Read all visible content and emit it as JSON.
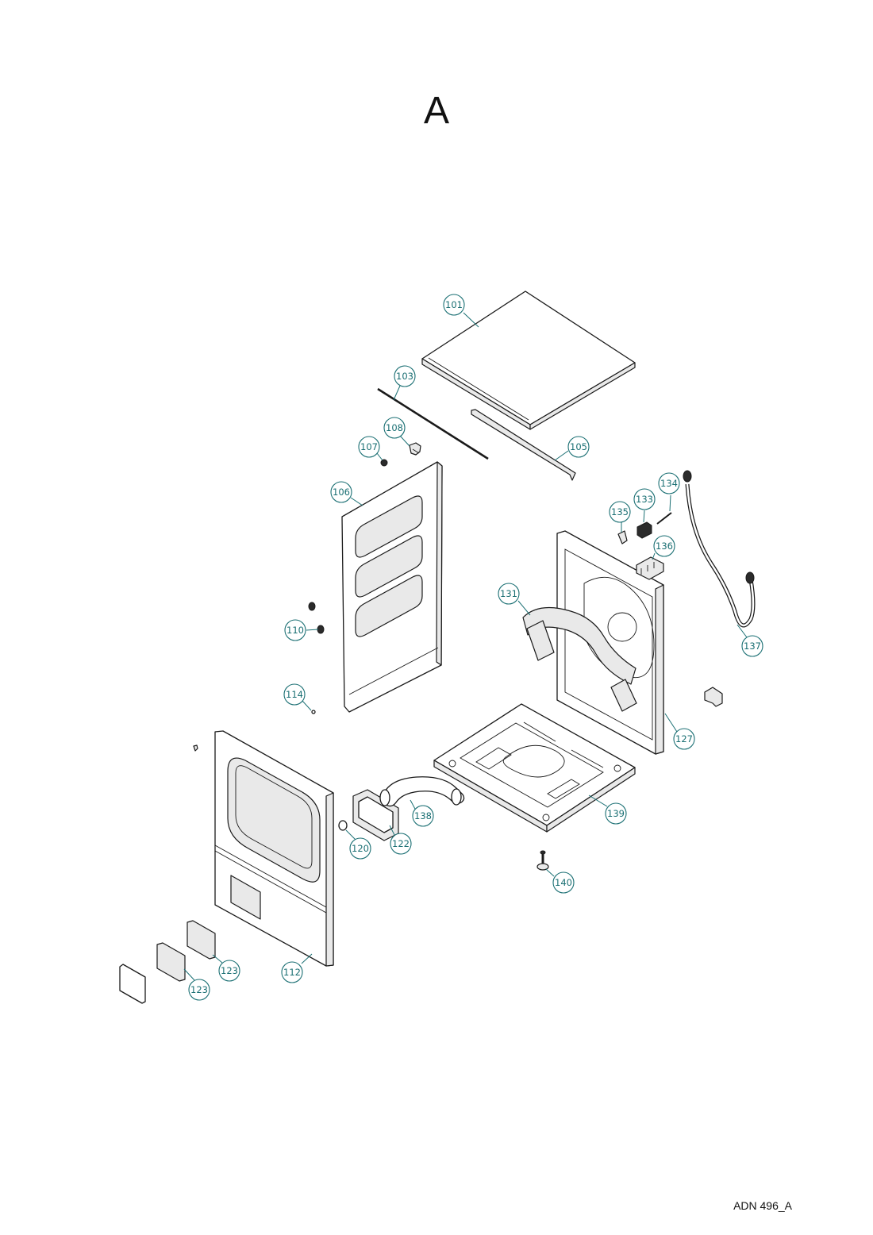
{
  "page": {
    "title": "A",
    "doc_code": "ADN 496_A"
  },
  "callouts": [
    {
      "id": "c101",
      "label": "101"
    },
    {
      "id": "c103",
      "label": "103"
    },
    {
      "id": "c105",
      "label": "105"
    },
    {
      "id": "c106",
      "label": "106"
    },
    {
      "id": "c107",
      "label": "107"
    },
    {
      "id": "c108",
      "label": "108"
    },
    {
      "id": "c110",
      "label": "110"
    },
    {
      "id": "c112",
      "label": "112"
    },
    {
      "id": "c114",
      "label": "114"
    },
    {
      "id": "c120",
      "label": "120"
    },
    {
      "id": "c122",
      "label": "122"
    },
    {
      "id": "c123a",
      "label": "123"
    },
    {
      "id": "c123b",
      "label": "123"
    },
    {
      "id": "c127",
      "label": "127"
    },
    {
      "id": "c131",
      "label": "131"
    },
    {
      "id": "c133",
      "label": "133"
    },
    {
      "id": "c134",
      "label": "134"
    },
    {
      "id": "c135",
      "label": "135"
    },
    {
      "id": "c136",
      "label": "136"
    },
    {
      "id": "c137",
      "label": "137"
    },
    {
      "id": "c138",
      "label": "138"
    },
    {
      "id": "c139",
      "label": "139"
    },
    {
      "id": "c140",
      "label": "140"
    }
  ],
  "colors": {
    "callout": "#1a6f73",
    "line": "#1a1a1a"
  }
}
